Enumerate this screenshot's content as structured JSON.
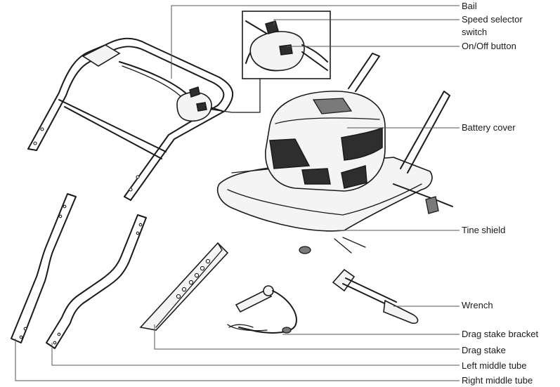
{
  "labels": {
    "bail": "Bail",
    "speed_selector_1": "Speed selector",
    "speed_selector_2": "switch",
    "onoff": "On/Off button",
    "battery_cover": "Battery cover",
    "tine_shield": "Tine shield",
    "wrench": "Wrench",
    "drag_stake_bracket": "Drag stake bracket",
    "drag_stake": "Drag stake",
    "left_middle_tube": "Left middle tube",
    "right_middle_tube": "Right middle tube"
  }
}
